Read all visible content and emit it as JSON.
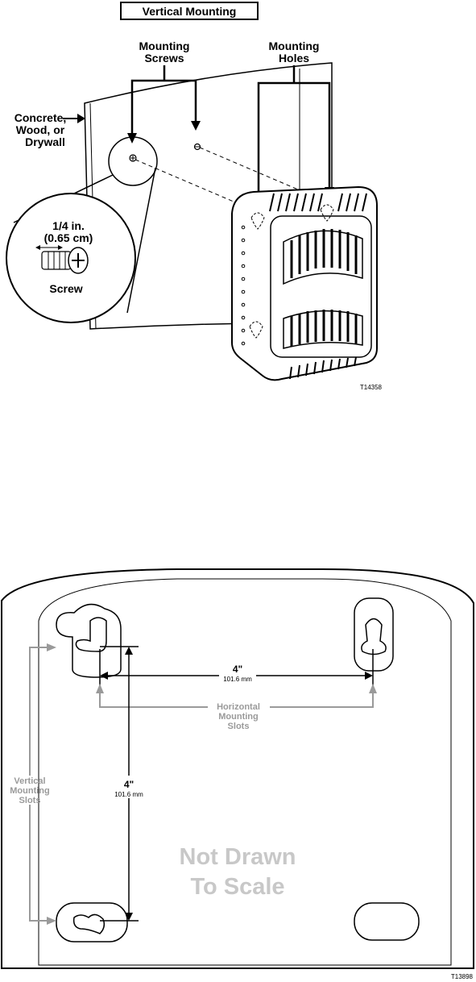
{
  "top_diagram": {
    "title": "Vertical Mounting",
    "label_mounting_screws": [
      "Mounting",
      "Screws"
    ],
    "label_mounting_holes": [
      "Mounting",
      "Holes"
    ],
    "label_surface": [
      "Concrete,",
      "Wood, or",
      "Drywall"
    ],
    "screw_size": [
      "1/4 in.",
      "(0.65 cm)"
    ],
    "screw_label": "Screw",
    "figure_id": "T14358"
  },
  "bottom_diagram": {
    "horizontal_distance": "4\"",
    "horizontal_distance_metric": "101.6 mm",
    "horizontal_slots_label": [
      "Horizontal",
      "Mounting",
      "Slots"
    ],
    "vertical_distance": "4\"",
    "vertical_distance_metric": "101.6 mm",
    "vertical_slots_label": [
      "Vertical",
      "Mounting",
      "Slots"
    ],
    "scale_note": [
      "Not Drawn",
      "To Scale"
    ],
    "figure_id": "T13898"
  }
}
